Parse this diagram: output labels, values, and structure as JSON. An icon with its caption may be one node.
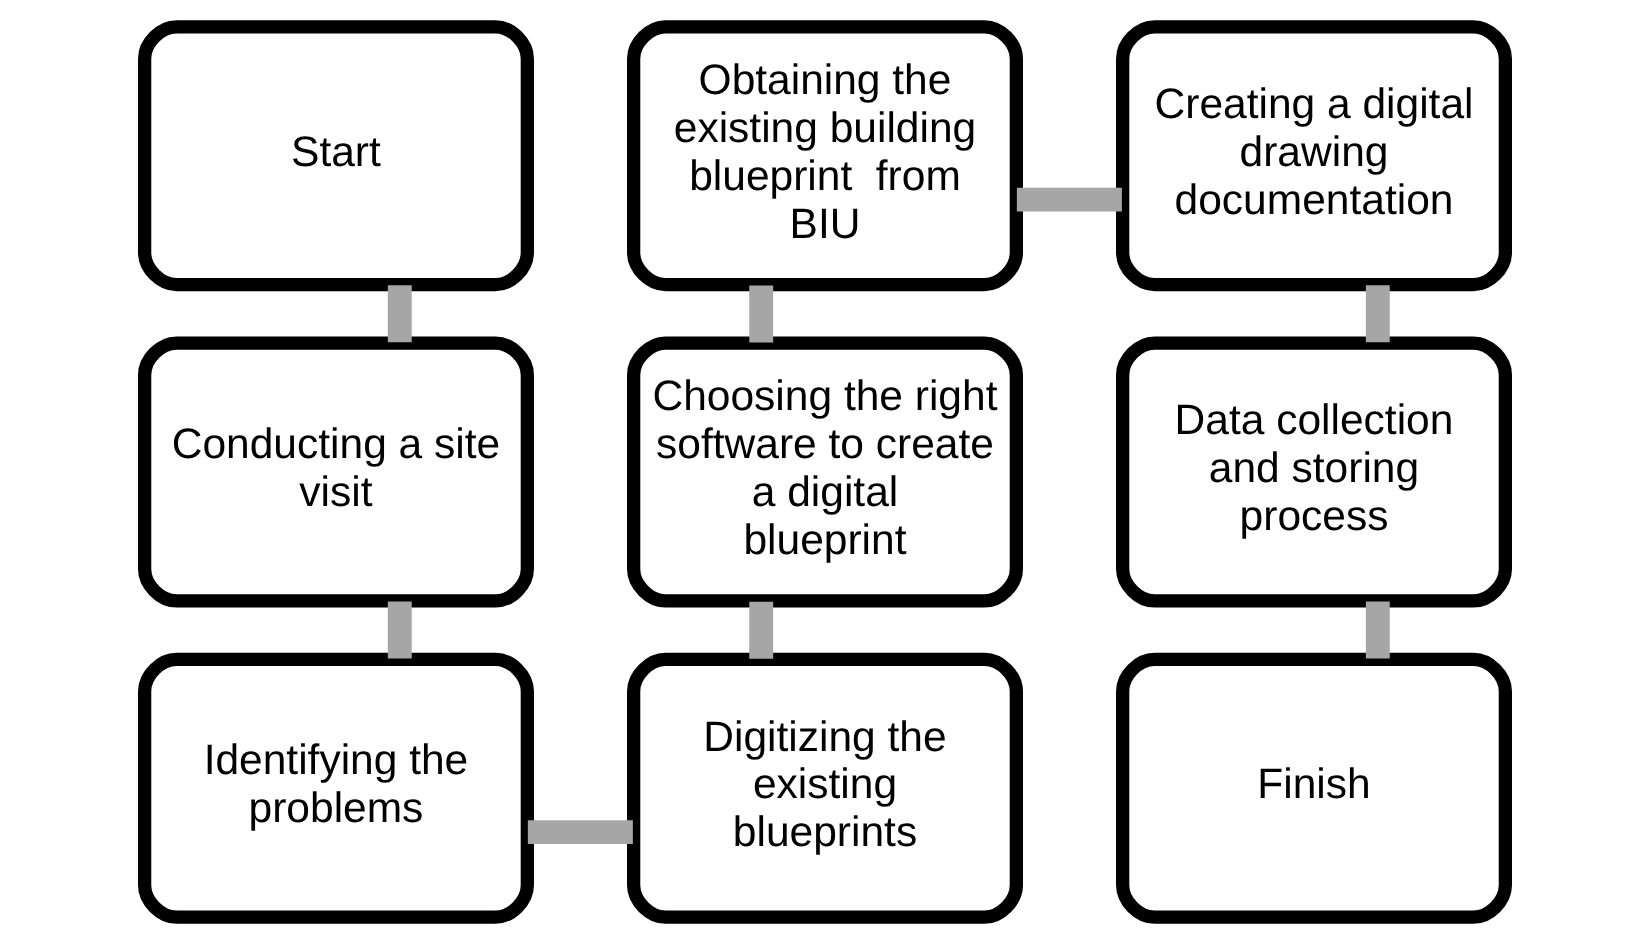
{
  "diagram": {
    "nodes": [
      {
        "text": [
          "Start"
        ]
      },
      {
        "text": [
          "Conducting a site visit"
        ]
      },
      {
        "text": [
          "Identifying the problems"
        ]
      },
      {
        "text": [
          "Digitizing the existing blueprints"
        ]
      },
      {
        "text": [
          "Choosing the right software to create a digital blueprint"
        ]
      },
      {
        "text": [
          "Obtaining the existing building blueprint  from BIU"
        ]
      },
      {
        "text": [
          "Creating a digital drawing documentation"
        ]
      },
      {
        "text": [
          "Data collection and storing process"
        ]
      },
      {
        "text": [
          "Finish"
        ]
      }
    ],
    "edges": [
      {
        "from": 0,
        "to": 1,
        "arrow": "none"
      },
      {
        "from": 1,
        "to": 2,
        "arrow": "none"
      },
      {
        "from": 2,
        "to": 3,
        "arrow": "none"
      },
      {
        "from": 3,
        "to": 4,
        "arrow": "none"
      },
      {
        "from": 4,
        "to": 5,
        "arrow": "none"
      },
      {
        "from": 5,
        "to": 6,
        "arrow": "none"
      },
      {
        "from": 6,
        "to": 7,
        "arrow": "none"
      },
      {
        "from": 7,
        "to": 8,
        "arrow": "none"
      }
    ]
  }
}
